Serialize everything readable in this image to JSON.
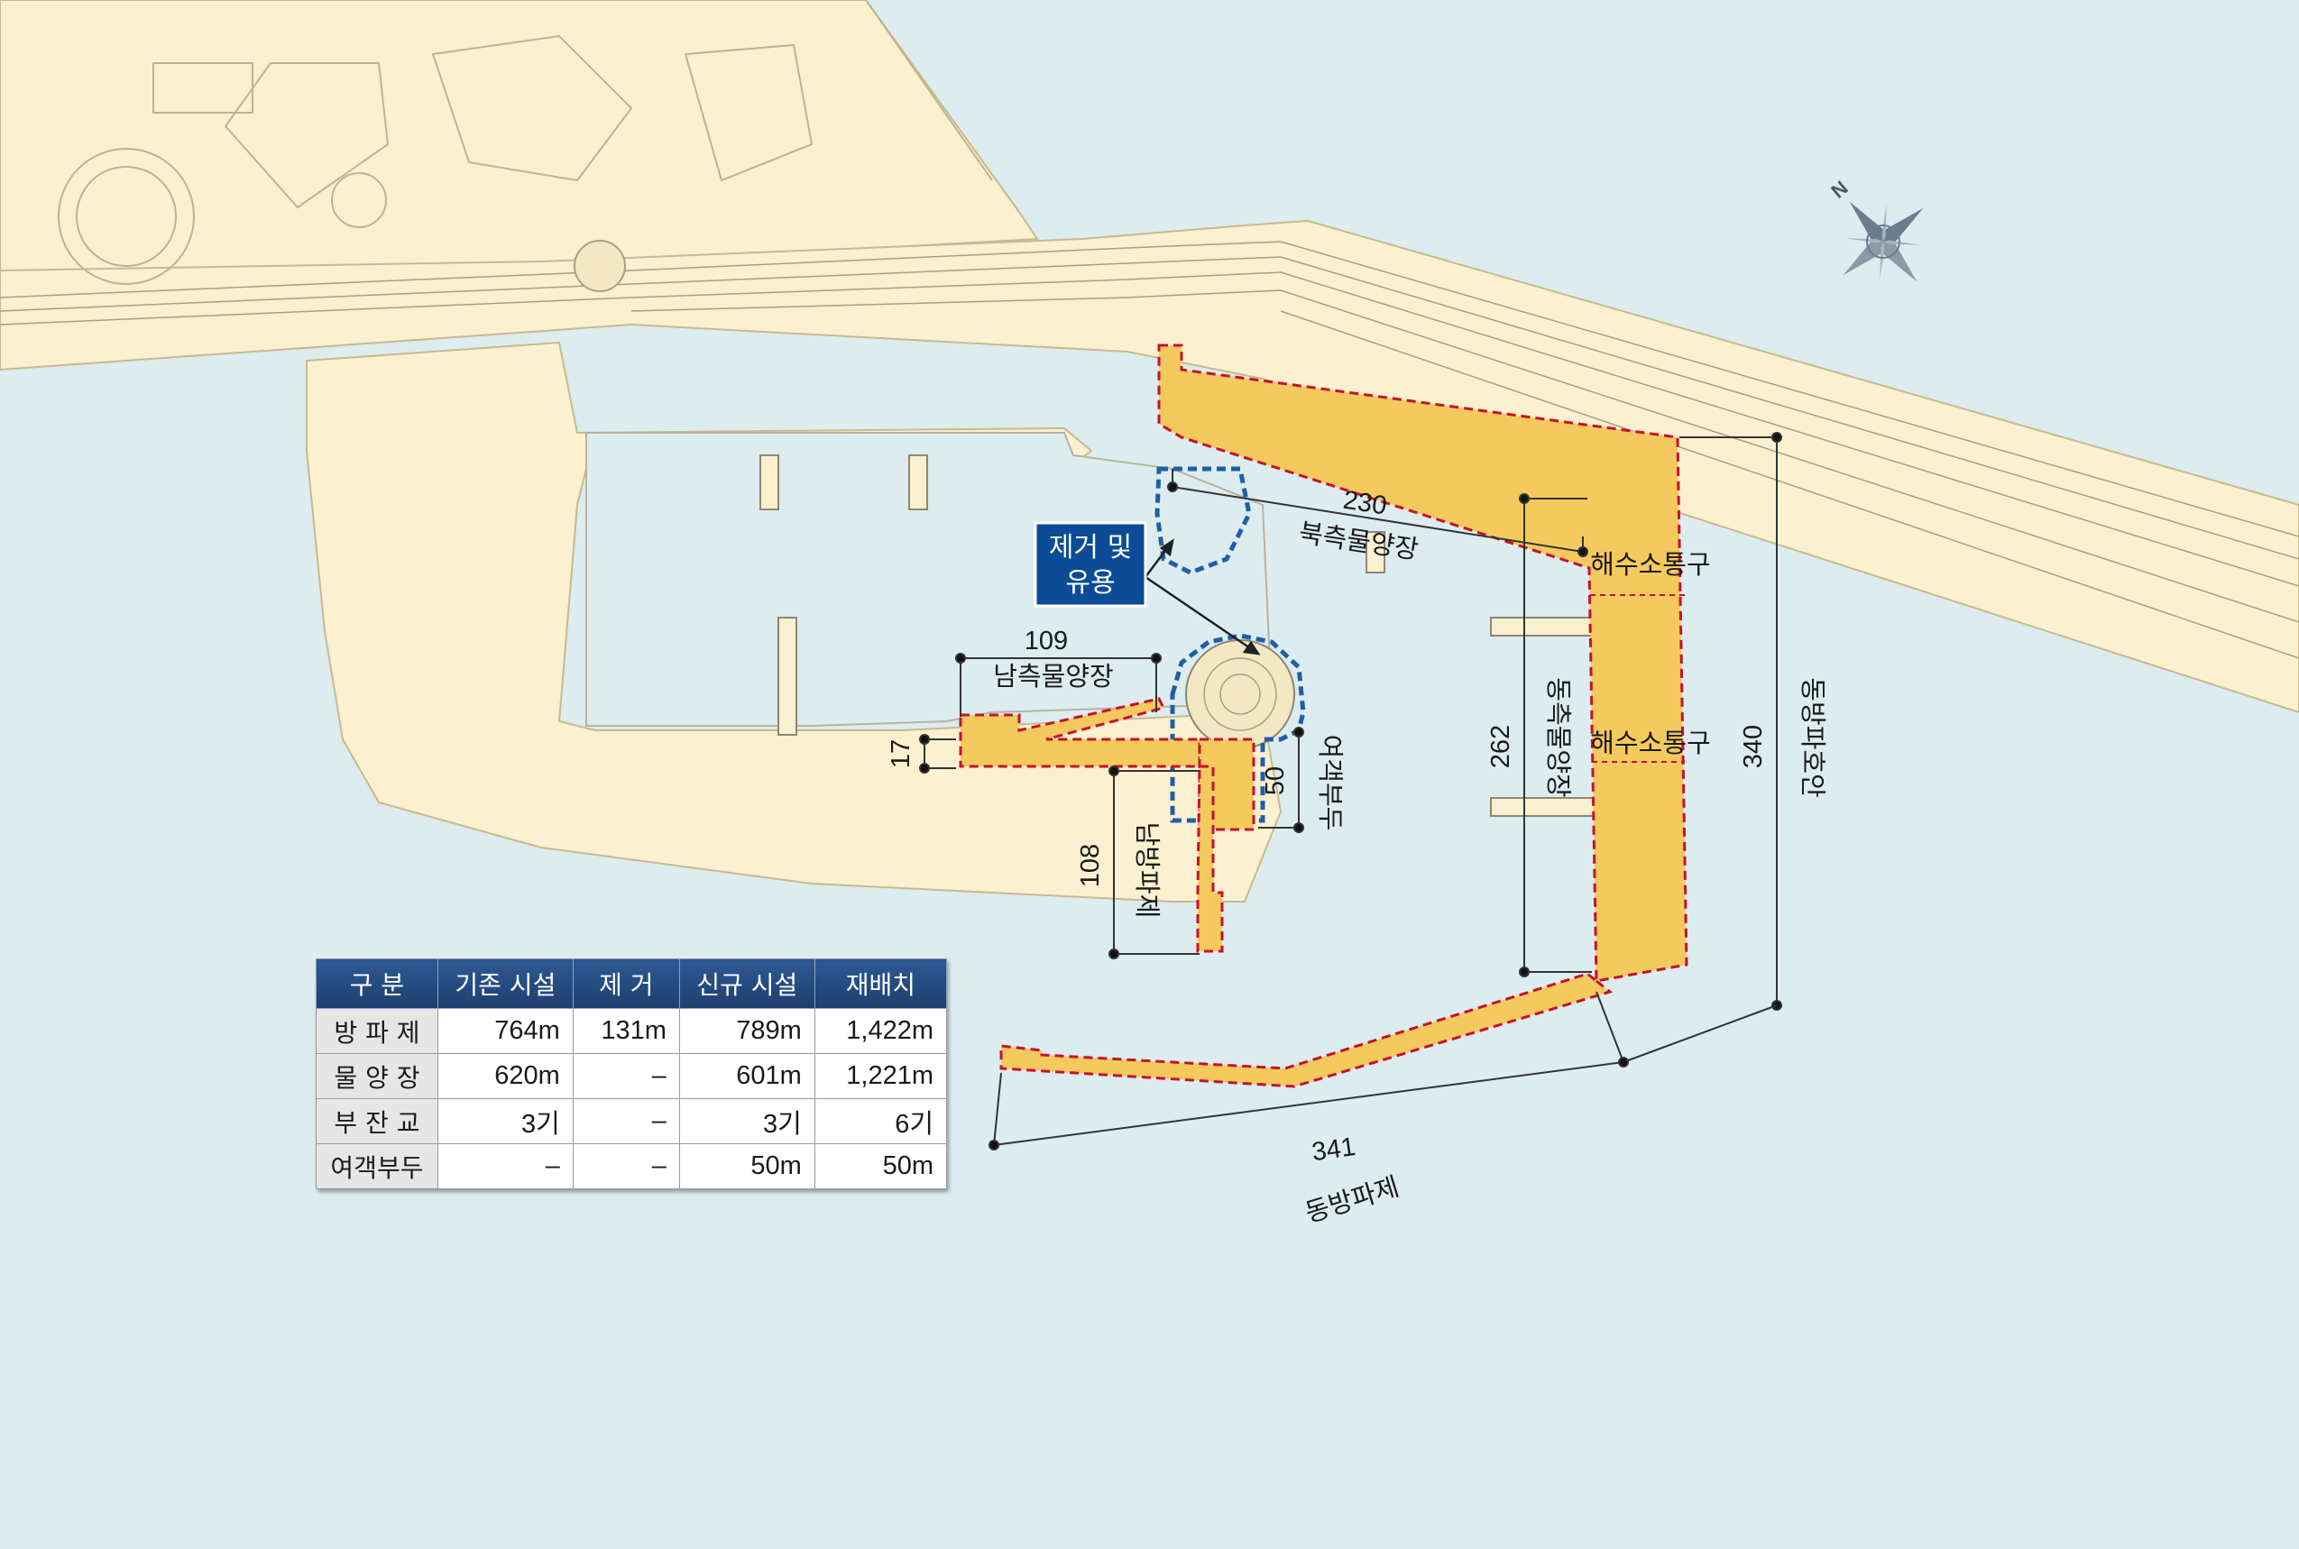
{
  "labels": {
    "north_quay": "북측물양장",
    "south_quay": "남측물양장",
    "east_quay": "동측물양장",
    "south_breakwater": "남방파제",
    "east_breakwater": "동방파제",
    "east_revetment": "동방파호안",
    "passenger_pier": "여객부두",
    "seawater_channel_1": "해수소통구",
    "seawater_channel_2": "해수소통구",
    "compass_n": "N"
  },
  "dimensions": {
    "north_quay": "230",
    "south_quay": "109",
    "small_gap": "17",
    "passenger_pier": "50",
    "south_breakwater": "108",
    "east_quay": "262",
    "east_revetment": "340",
    "east_breakwater": "341"
  },
  "callout": {
    "line1": "제거 및",
    "line2": "유용"
  },
  "colors": {
    "sea": "#dcecef",
    "land": "#fbf0cf",
    "new_facility": "#f4c95d",
    "removal_outline": "#1f5fa8",
    "new_outline": "#c8102e",
    "table_header": "#1f3e6e"
  },
  "table": {
    "headers": [
      "구  분",
      "기존 시설",
      "제 거",
      "신규 시설",
      "재배치"
    ],
    "rows": [
      {
        "label": "방 파 제",
        "existing": "764m",
        "removed": "131m",
        "new": "789m",
        "relocated": "1,422m"
      },
      {
        "label": "물 양 장",
        "existing": "620m",
        "removed": "–",
        "new": "601m",
        "relocated": "1,221m"
      },
      {
        "label": "부 잔 교",
        "existing": "3기",
        "removed": "–",
        "new": "3기",
        "relocated": "6기"
      },
      {
        "label": "여객부두",
        "existing": "–",
        "removed": "–",
        "new": "50m",
        "relocated": "50m"
      }
    ]
  }
}
